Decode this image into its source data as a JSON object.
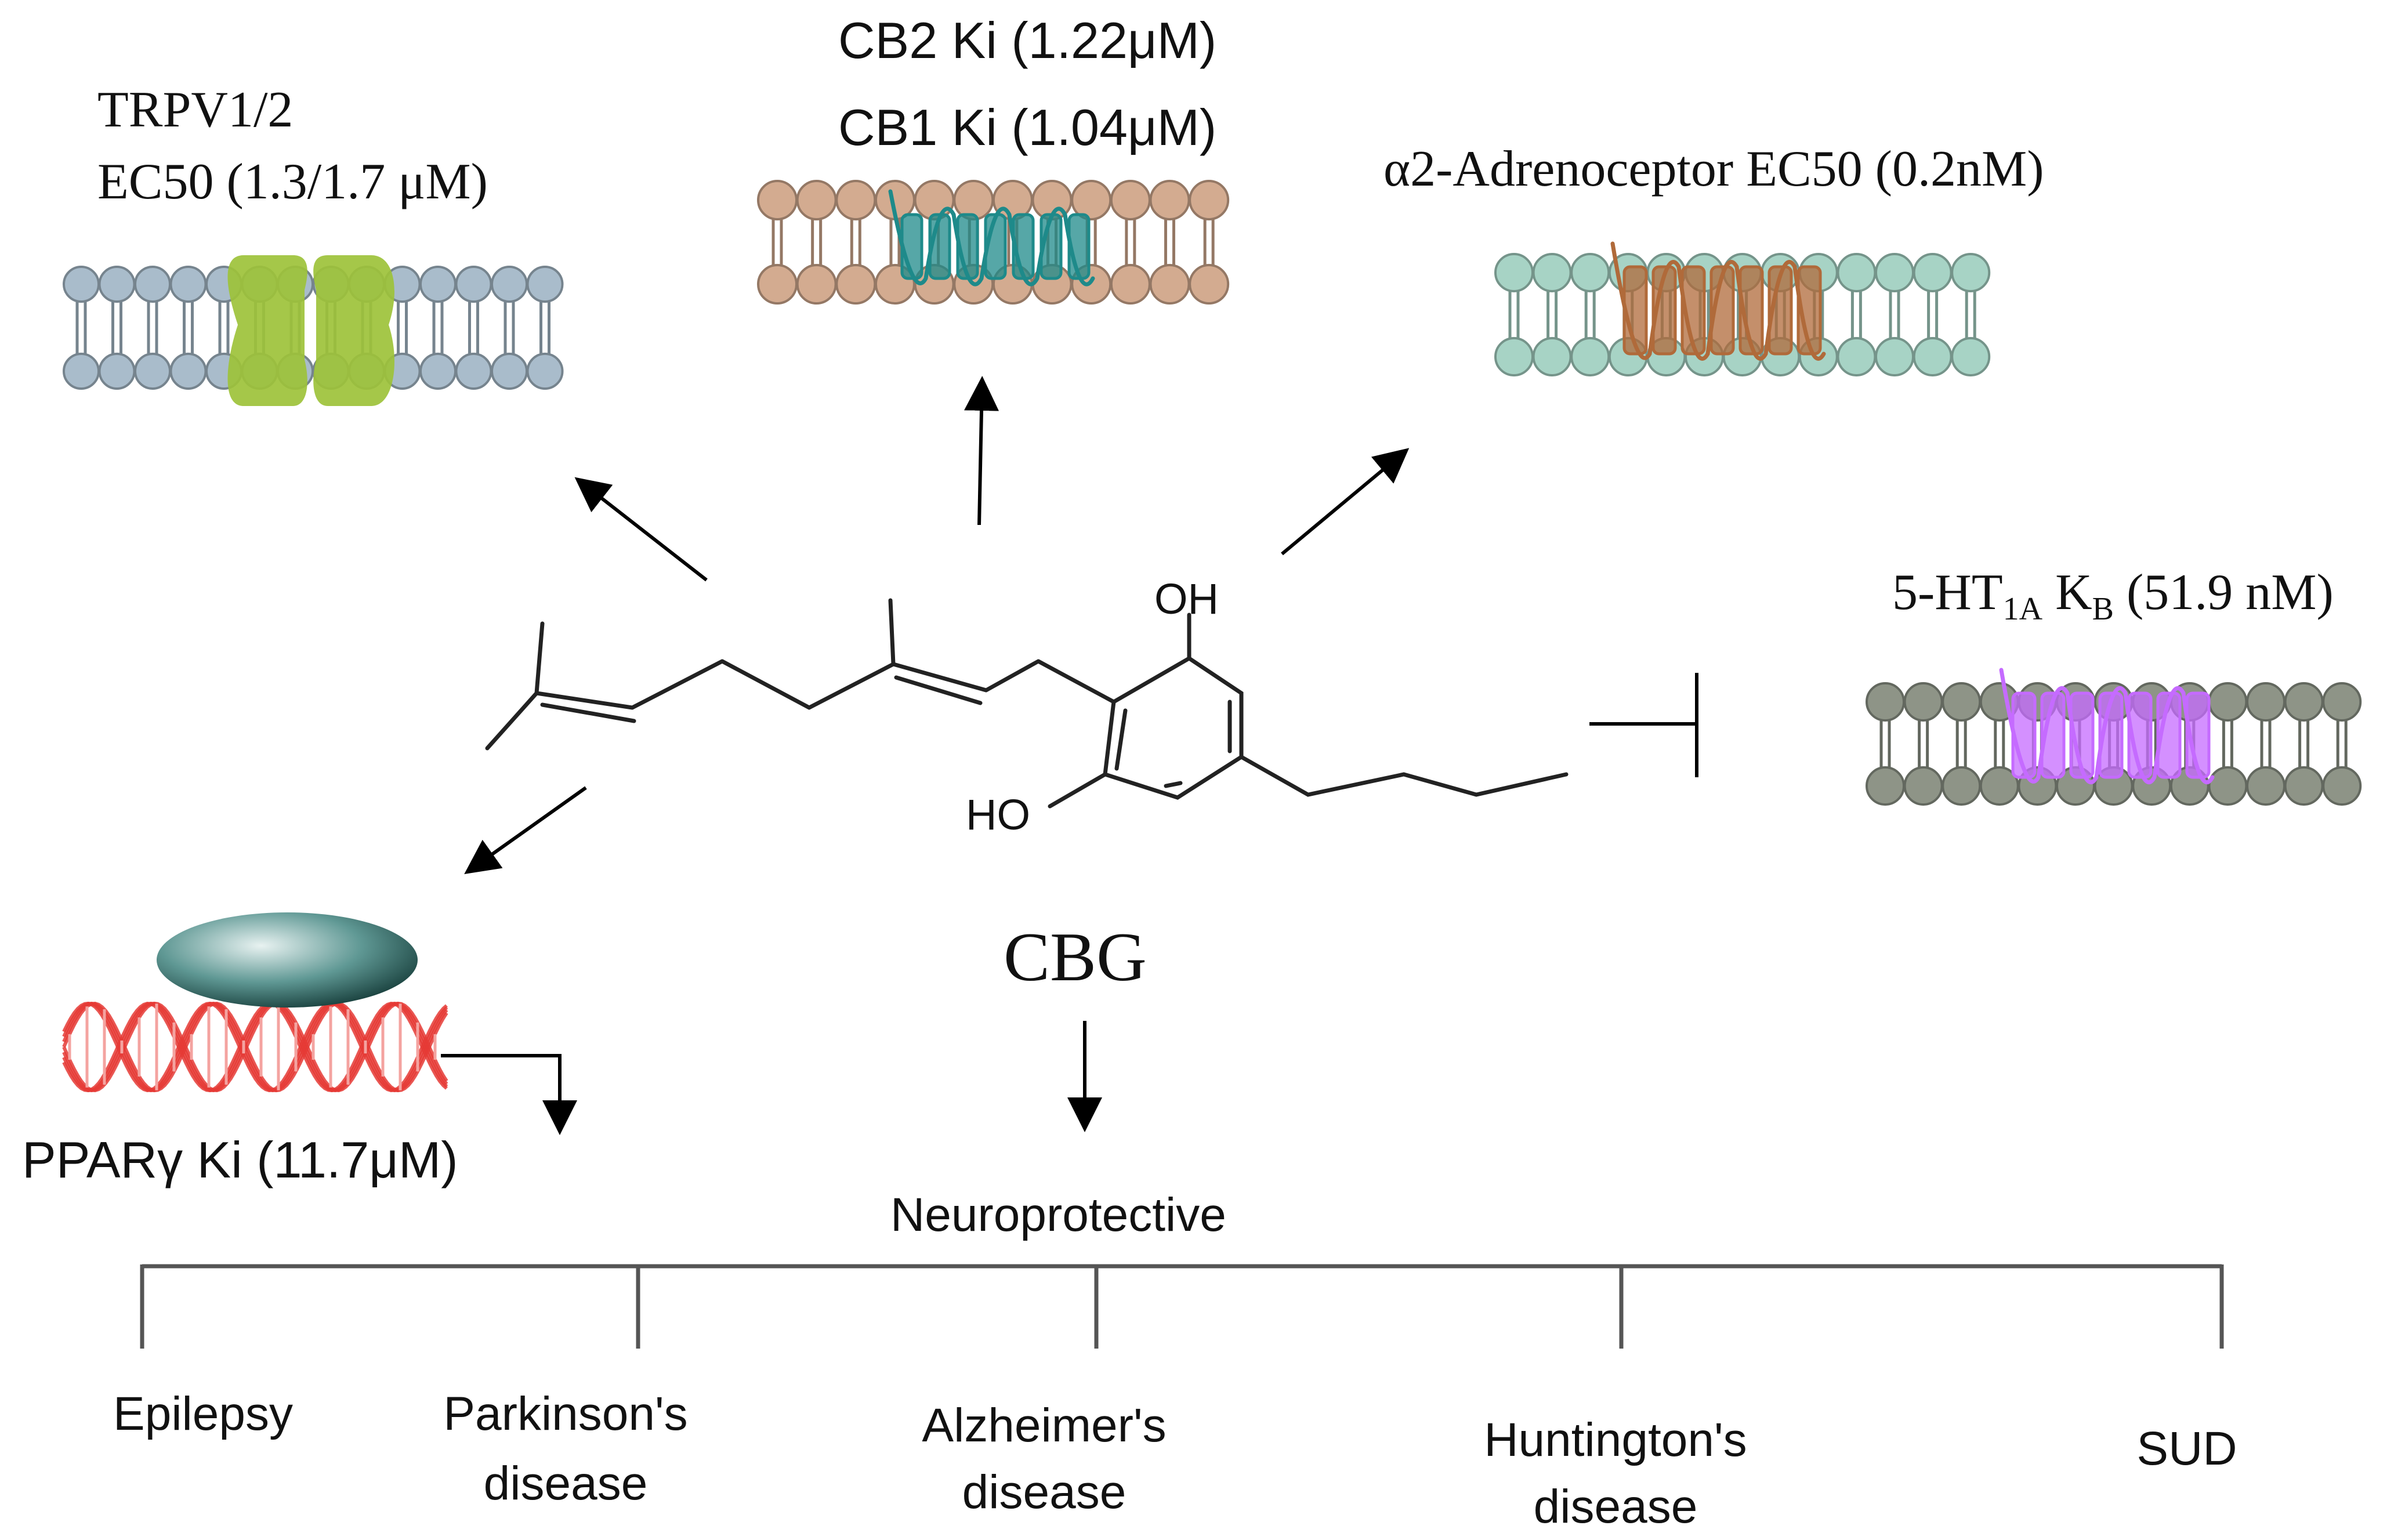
{
  "center": {
    "compound": "CBG",
    "oh_top": "OH",
    "oh_bottom": "HO"
  },
  "targets": {
    "trpv": {
      "line1": "TRPV1/2",
      "line2": "EC50 (1.3/1.7 μM)"
    },
    "cb2": "CB2 Ki (1.22μM)",
    "cb1": "CB1 Ki (1.04μM)",
    "alpha2": "α2-Adrenoceptor EC50 (0.2nM)",
    "ht1a": {
      "prefix": "5-HT",
      "sub1": "1A",
      "mid": " K",
      "sub2": "B",
      "suffix": " (51.9 nM)"
    },
    "ppar": "PPARγ Ki (11.7μM)"
  },
  "outcome": {
    "label": "Neuroprotective",
    "diseases": [
      {
        "line1": "Epilepsy",
        "line2": ""
      },
      {
        "line1": "Parkinson's",
        "line2": "disease"
      },
      {
        "line1": "Alzheimer's",
        "line2": "disease"
      },
      {
        "line1": "Huntington's",
        "line2": "disease"
      },
      {
        "line1": "SUD",
        "line2": ""
      }
    ]
  },
  "colors": {
    "trpv_membrane": "#a9bccb",
    "trpv_channel": "#9dc23a",
    "cb_membrane": "#d3ab90",
    "cb_receptor": "#1e8a8a",
    "alpha_membrane": "#a7d3c5",
    "alpha_receptor": "#b06a3a",
    "ht_membrane": "#8e9487",
    "ht_receptor": "#c56bff",
    "dna": "#e53935",
    "ppar_oval": "#2f6f6a"
  }
}
